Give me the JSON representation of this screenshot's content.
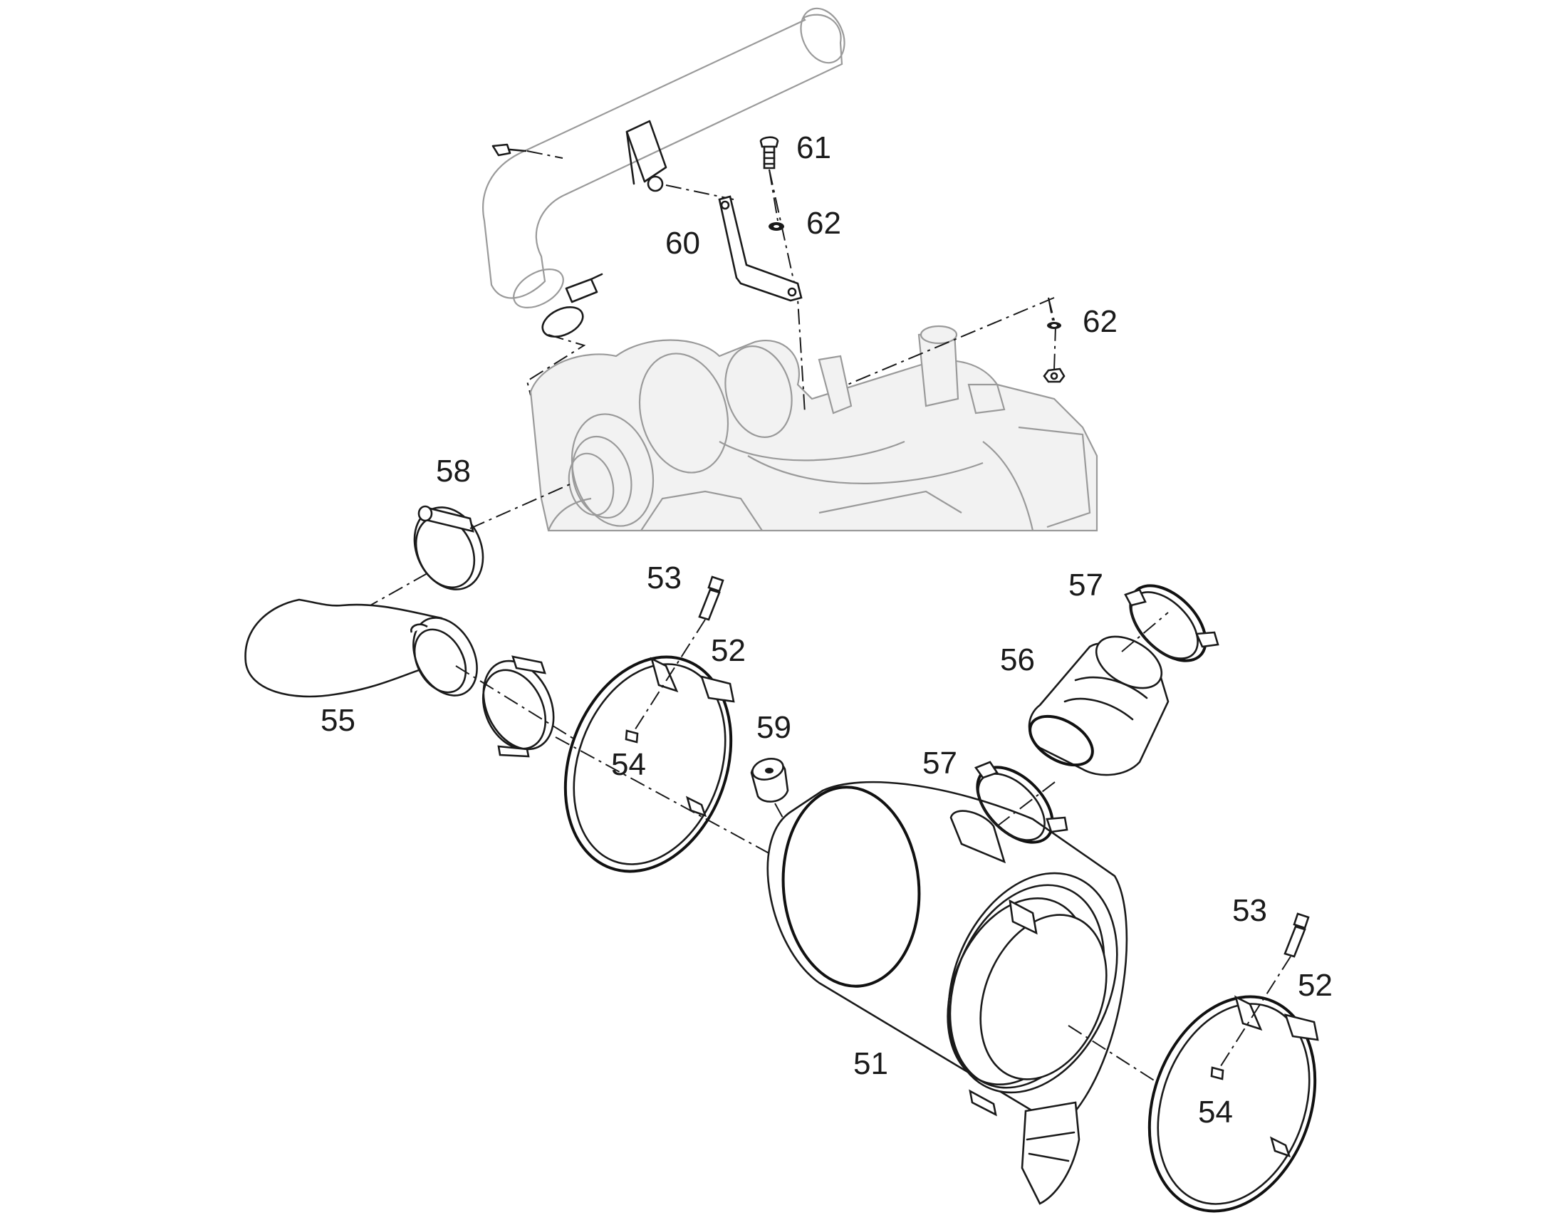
{
  "diagram": {
    "colors": {
      "line": "#1a1a1a",
      "engine_context": "#9a9a9a",
      "background": "#ffffff"
    },
    "callouts": [
      {
        "id": "c51",
        "text": "51"
      },
      {
        "id": "c52a",
        "text": "52"
      },
      {
        "id": "c52b",
        "text": "52"
      },
      {
        "id": "c53a",
        "text": "53"
      },
      {
        "id": "c53b",
        "text": "53"
      },
      {
        "id": "c54a",
        "text": "54"
      },
      {
        "id": "c54b",
        "text": "54"
      },
      {
        "id": "c55",
        "text": "55"
      },
      {
        "id": "c56",
        "text": "56"
      },
      {
        "id": "c57a",
        "text": "57"
      },
      {
        "id": "c57b",
        "text": "57"
      },
      {
        "id": "c58",
        "text": "58"
      },
      {
        "id": "c59",
        "text": "59"
      },
      {
        "id": "c60",
        "text": "60"
      },
      {
        "id": "c61",
        "text": "61"
      },
      {
        "id": "c62a",
        "text": "62"
      },
      {
        "id": "c62b",
        "text": "62"
      }
    ]
  }
}
